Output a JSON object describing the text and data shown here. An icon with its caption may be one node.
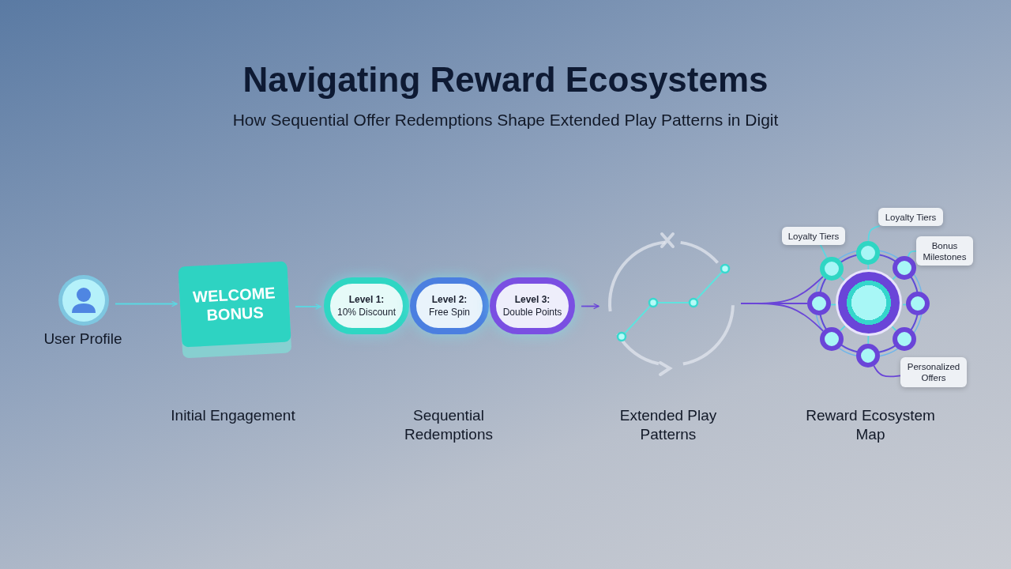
{
  "diagram": {
    "title": "Navigating Reward Ecosystems",
    "nodes": [
      {
        "text": [
          "User Profile"
        ]
      },
      {
        "text": [
          "WELCOME BONUS"
        ]
      },
      {
        "text": [
          "Level 1:",
          "10% Discount"
        ]
      },
      {
        "text": [
          "Level 2:",
          "Free Spin"
        ]
      },
      {
        "text": [
          "Level 3:",
          "Double Points"
        ]
      },
      {
        "text": [],
        "shape": "circle"
      },
      {
        "text": [],
        "shape": "circle"
      },
      {
        "text": [],
        "shape": "circle"
      },
      {
        "text": [],
        "shape": "circle"
      },
      {
        "text": [],
        "shape": "circle"
      },
      {
        "text": [],
        "shape": "circle"
      },
      {
        "text": [],
        "shape": "circle"
      },
      {
        "text": [],
        "shape": "circle"
      },
      {
        "text": [],
        "shape": "circle"
      },
      {
        "text": [],
        "shape": "circle"
      },
      {
        "text": [
          "Loyalty Tiers"
        ]
      },
      {
        "text": [
          "Loyalty Tiers"
        ]
      },
      {
        "text": [
          "Bonus Milestones"
        ]
      },
      {
        "text": [
          "Personalized Offers"
        ]
      }
    ],
    "edges": [
      {
        "from": 0,
        "to": 1,
        "arrow": "to"
      },
      {
        "from": 1,
        "to": 2,
        "arrow": "to"
      },
      {
        "from": 4,
        "to": 5,
        "arrow": "to",
        "color": "#6a45d8"
      },
      {
        "from": 5,
        "to": 7,
        "arrow": "none",
        "color": "#6a45d8"
      },
      {
        "from": 5,
        "to": 10,
        "arrow": "none",
        "color": "#6a45d8"
      },
      {
        "from": 5,
        "to": 12,
        "arrow": "none",
        "color": "#6a45d8"
      },
      {
        "from": 6,
        "to": 7,
        "arrow": "none"
      },
      {
        "from": 6,
        "to": 8,
        "arrow": "none"
      },
      {
        "from": 6,
        "to": 9,
        "arrow": "none"
      },
      {
        "from": 6,
        "to": 10,
        "arrow": "none"
      },
      {
        "from": 6,
        "to": 11,
        "arrow": "none"
      },
      {
        "from": 6,
        "to": 12,
        "arrow": "none"
      },
      {
        "from": 6,
        "to": 13,
        "arrow": "none"
      },
      {
        "from": 6,
        "to": 14,
        "arrow": "none"
      },
      {
        "from": 16,
        "to": 7,
        "arrow": "none"
      },
      {
        "from": 15,
        "to": 8,
        "arrow": "none"
      },
      {
        "from": 17,
        "to": 9,
        "arrow": "none"
      },
      {
        "from": 18,
        "to": 14,
        "arrow": "none",
        "color": "#6a45d8"
      }
    ],
    "labels": [
      "How Sequential Offer Redemptions Shape Extended Play Patterns in Digit",
      "Initial Engagement",
      "Sequential Redemptions",
      "Extended Play Patterns",
      "Reward Ecosystem Map"
    ]
  }
}
